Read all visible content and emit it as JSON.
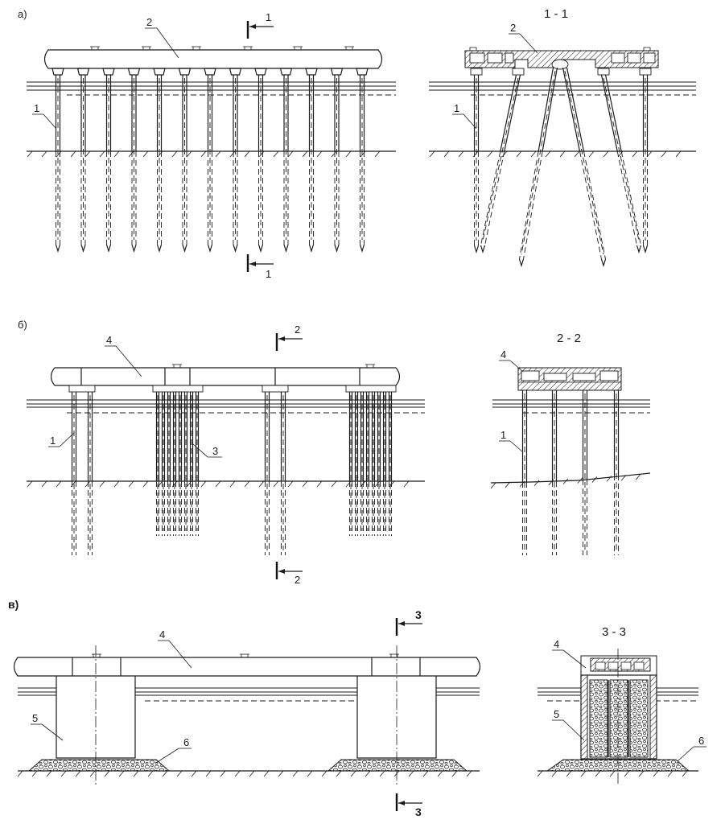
{
  "panels": {
    "a": {
      "letter": "а)",
      "section_title": "1 - 1",
      "cut_label_top": "1",
      "cut_label_bottom": "1",
      "callouts": {
        "deck": "2",
        "pile": "1",
        "section_deck": "2",
        "section_pile": "1"
      }
    },
    "b": {
      "letter": "б)",
      "section_title": "2 - 2",
      "cut_label_top": "2",
      "cut_label_bottom": "2",
      "callouts": {
        "deck": "4",
        "pile": "1",
        "pile_group": "3",
        "section_deck": "4",
        "section_pile": "1"
      }
    },
    "c": {
      "letter": "в)",
      "section_title": "3 - 3",
      "cut_label_top": "3",
      "cut_label_bottom": "3",
      "callouts": {
        "deck": "4",
        "pier": "5",
        "riprap": "6",
        "section_deck": "4",
        "section_pier": "5",
        "section_riprap": "6"
      }
    }
  }
}
